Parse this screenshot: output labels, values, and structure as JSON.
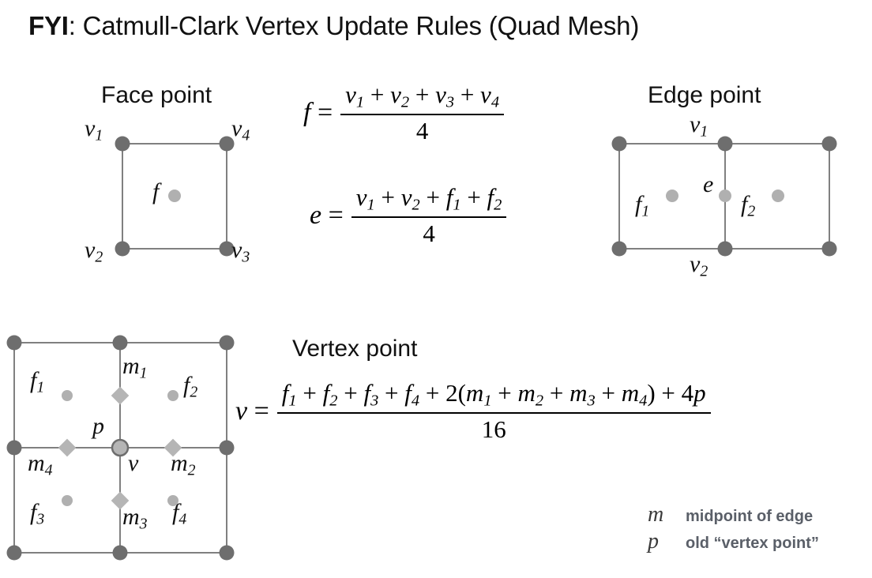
{
  "title": {
    "strong": "FYI",
    "rest": ": Catmull-Clark Vertex Update Rules (Quad Mesh)"
  },
  "colors": {
    "vertex_dot": "#6e6e6e",
    "face_dot": "#b0b0b0",
    "midpoint_diamond": "#b5b5b5",
    "center_vertex_fill": "#b5b5b5",
    "center_vertex_stroke": "#6e6e6e",
    "edge_line": "#808080",
    "text": "#111111",
    "legend_text": "#5a5f68"
  },
  "face_point": {
    "caption": "Face point",
    "labels": {
      "v1": "v",
      "v1_sub": "1",
      "v2": "v",
      "v2_sub": "2",
      "v3": "v",
      "v3_sub": "3",
      "v4": "v",
      "v4_sub": "4",
      "f": "f"
    }
  },
  "edge_point": {
    "caption": "Edge point",
    "labels": {
      "v1": "v",
      "v1_sub": "1",
      "v2": "v",
      "v2_sub": "2",
      "e": "e",
      "f1": "f",
      "f1_sub": "1",
      "f2": "f",
      "f2_sub": "2"
    }
  },
  "vertex_point": {
    "caption": "Vertex point",
    "labels": {
      "f1": "f",
      "f1_sub": "1",
      "f2": "f",
      "f2_sub": "2",
      "f3": "f",
      "f3_sub": "3",
      "f4": "f",
      "f4_sub": "4",
      "m1": "m",
      "m1_sub": "1",
      "m2": "m",
      "m2_sub": "2",
      "m3": "m",
      "m3_sub": "3",
      "m4": "m",
      "m4_sub": "4",
      "p": "p",
      "v": "v"
    }
  },
  "formulas": {
    "face": {
      "lhs": "f =",
      "numerator": "v₁ + v₂ + v₃ + v₄",
      "denominator": "4"
    },
    "edge": {
      "lhs": "e =",
      "numerator": "v₁ + v₂ + f₁ + f₂",
      "denominator": "4"
    },
    "vertex": {
      "lhs": "v =",
      "numerator": "f₁ + f₂ + f₃ + f₄ + 2(m₁ + m₂ + m₃ + m₄) + 4p",
      "denominator": "16"
    }
  },
  "legend": {
    "rows": [
      {
        "symbol": "m",
        "text": "midpoint of edge"
      },
      {
        "symbol": "p",
        "text": "old “vertex point”"
      }
    ]
  }
}
